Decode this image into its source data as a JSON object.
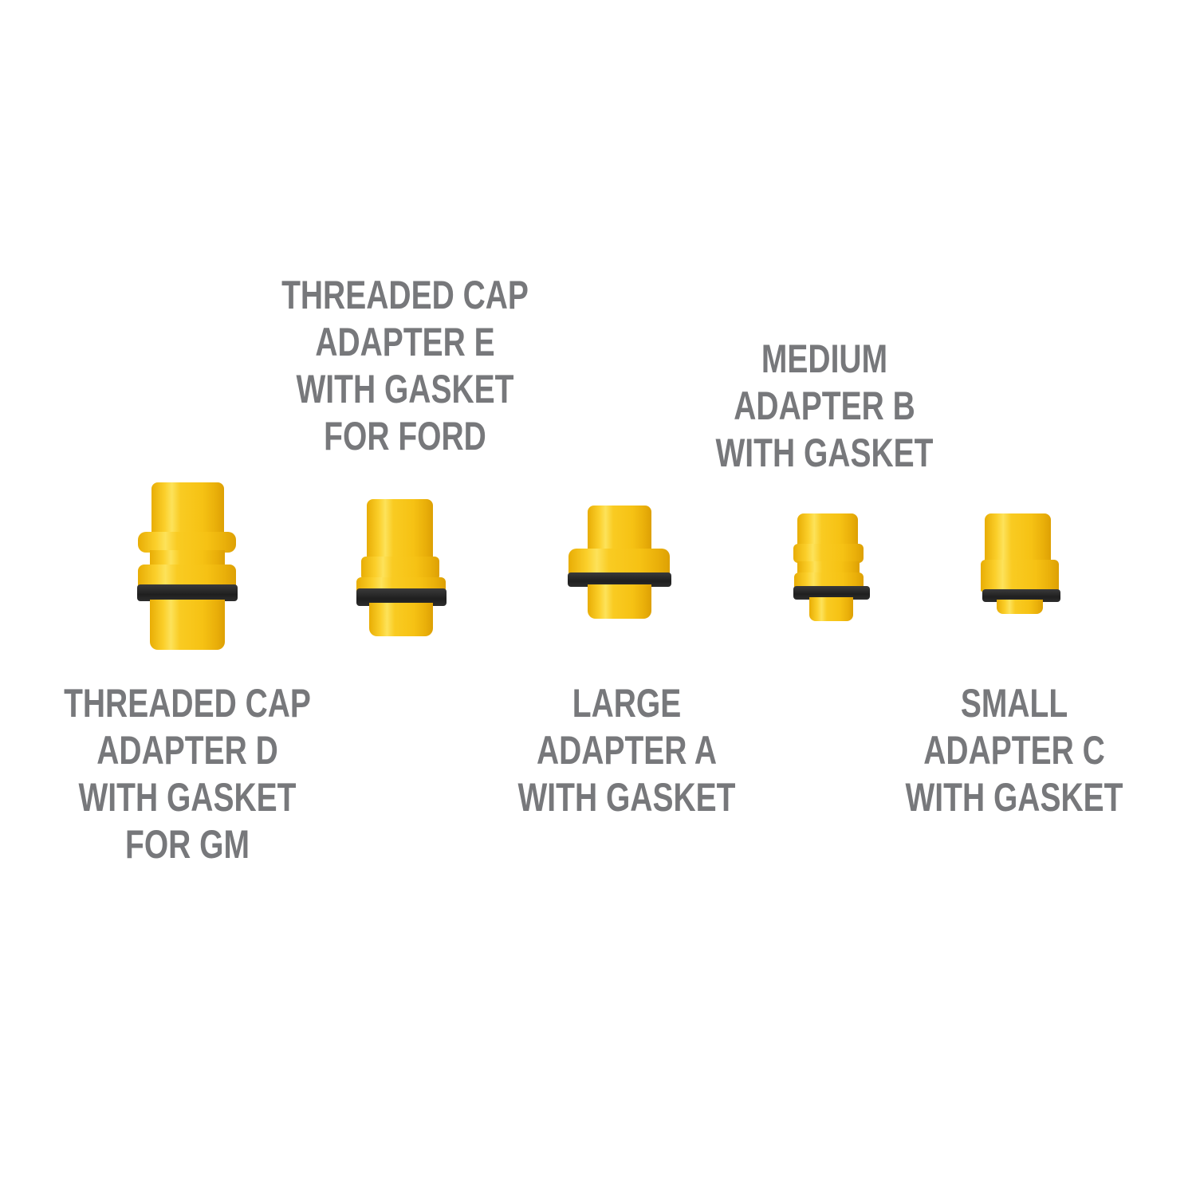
{
  "colors": {
    "background": "#ffffff",
    "label_text": "#77787b",
    "adapter_yellow": "#f7c21a",
    "gasket_black": "#262626"
  },
  "labels": [
    {
      "id": "adapter-e",
      "lines": [
        "THREADED CAP",
        "ADAPTER E",
        "WITH GASKET",
        "FOR FORD"
      ]
    },
    {
      "id": "adapter-b",
      "lines": [
        "MEDIUM",
        "ADAPTER B",
        "WITH GASKET"
      ]
    },
    {
      "id": "adapter-d",
      "lines": [
        "THREADED CAP",
        "ADAPTER D",
        "WITH GASKET",
        "FOR GM"
      ]
    },
    {
      "id": "adapter-a",
      "lines": [
        "LARGE",
        "ADAPTER A",
        "WITH GASKET"
      ]
    },
    {
      "id": "adapter-c",
      "lines": [
        "SMALL",
        "ADAPTER C",
        "WITH GASKET"
      ]
    }
  ],
  "products": [
    {
      "name": "Threaded Cap Adapter D",
      "icon": "yellow-adapter-with-gasket"
    },
    {
      "name": "Threaded Cap Adapter E",
      "icon": "yellow-adapter-with-gasket"
    },
    {
      "name": "Large Adapter A",
      "icon": "yellow-adapter-with-gasket"
    },
    {
      "name": "Medium Adapter B",
      "icon": "yellow-adapter-with-gasket"
    },
    {
      "name": "Small Adapter C",
      "icon": "yellow-adapter-with-gasket"
    }
  ]
}
